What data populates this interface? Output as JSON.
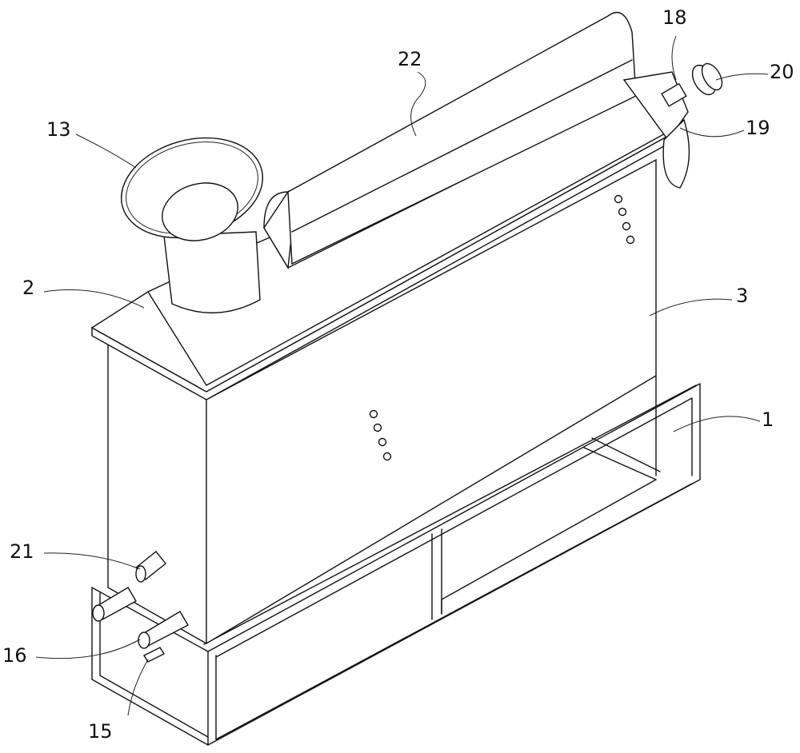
{
  "figure": {
    "labels": {
      "l22": "22",
      "l18": "18",
      "l20": "20",
      "l13": "13",
      "l19": "19",
      "l2": "2",
      "l3": "3",
      "l1": "1",
      "l21": "21",
      "l16": "16",
      "l15": "15"
    }
  }
}
